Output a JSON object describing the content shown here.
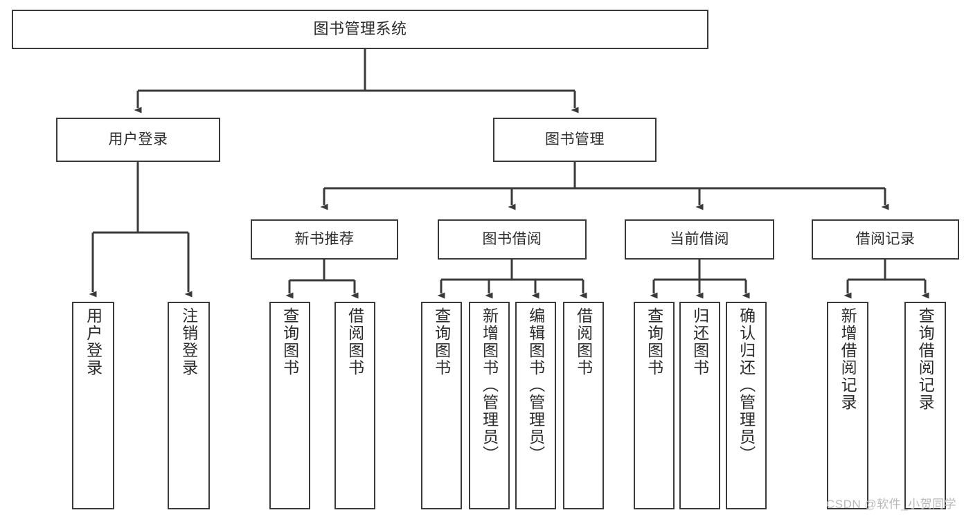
{
  "diagram": {
    "title": "图书管理系统",
    "type": "tree",
    "root": {
      "id": "root",
      "label": "图书管理系统"
    },
    "level1": [
      {
        "id": "user-login",
        "label": "用户登录"
      },
      {
        "id": "book-management",
        "label": "图书管理"
      }
    ],
    "level2": [
      {
        "id": "new-book-recommend",
        "label": "新书推荐",
        "parent": "book-management"
      },
      {
        "id": "book-borrow",
        "label": "图书借阅",
        "parent": "book-management"
      },
      {
        "id": "current-borrow",
        "label": "当前借阅",
        "parent": "book-management"
      },
      {
        "id": "borrow-record",
        "label": "借阅记录",
        "parent": "book-management"
      }
    ],
    "leaves": [
      {
        "id": "leaf-user-login",
        "label": "用户登录",
        "parent": "user-login"
      },
      {
        "id": "leaf-logout-login",
        "label": "注销登录",
        "parent": "user-login"
      },
      {
        "id": "leaf-query-book-1",
        "label": "查询图书",
        "parent": "new-book-recommend"
      },
      {
        "id": "leaf-borrow-book-1",
        "label": "借阅图书",
        "parent": "new-book-recommend"
      },
      {
        "id": "leaf-query-book-2",
        "label": "查询图书",
        "parent": "book-borrow"
      },
      {
        "id": "leaf-add-book",
        "label": "新增图书（管理员）",
        "parent": "book-borrow"
      },
      {
        "id": "leaf-edit-book",
        "label": "编辑图书（管理员）",
        "parent": "book-borrow"
      },
      {
        "id": "leaf-borrow-book-2",
        "label": "借阅图书",
        "parent": "book-borrow"
      },
      {
        "id": "leaf-query-book-3",
        "label": "查询图书",
        "parent": "current-borrow"
      },
      {
        "id": "leaf-return-book",
        "label": "归还图书",
        "parent": "current-borrow"
      },
      {
        "id": "leaf-confirm-return",
        "label": "确认归还（管理员）",
        "parent": "current-borrow"
      },
      {
        "id": "leaf-add-record",
        "label": "新增借阅记录",
        "parent": "borrow-record"
      },
      {
        "id": "leaf-query-record",
        "label": "查询借阅记录",
        "parent": "borrow-record"
      }
    ],
    "colors": {
      "stroke": "#3a3a3a",
      "text": "#2b2b2b",
      "background": "#ffffff",
      "watermark": "#b9b9b9"
    }
  },
  "watermark": {
    "text": "CSDN @软件_小贺同学"
  }
}
